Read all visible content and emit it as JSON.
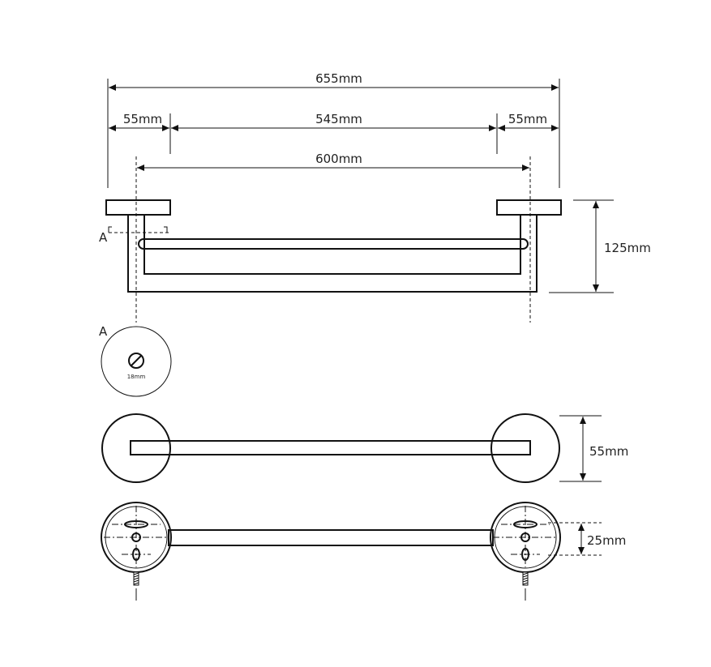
{
  "dimensions": {
    "overall_width": "655mm",
    "left_flange": "55mm",
    "inner_span": "545mm",
    "right_flange": "55mm",
    "center_distance": "600mm",
    "height": "125mm",
    "flange_diameter": "55mm",
    "mount_spacing": "25mm",
    "tube_diameter": "18mm"
  },
  "labels": {
    "section_marker": "A",
    "section_title": "A"
  }
}
